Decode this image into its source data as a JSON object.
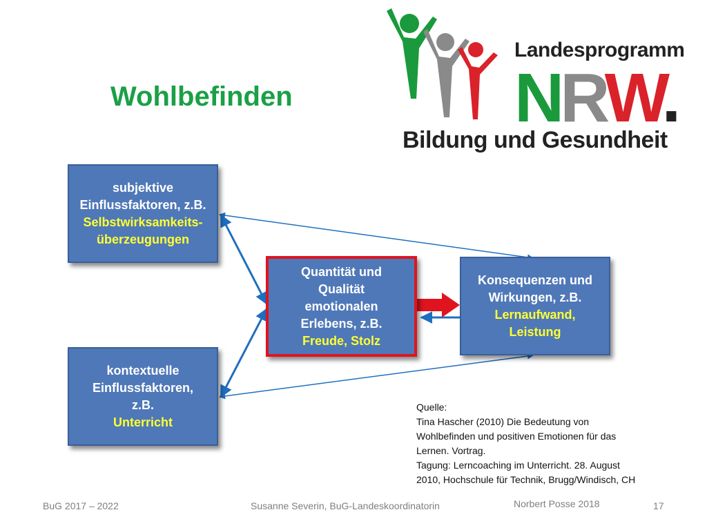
{
  "slide": {
    "title": "Wohlbefinden"
  },
  "logo": {
    "line_top": "Landesprogramm",
    "nrw_n": "N",
    "nrw_r": "R",
    "nrw_w": "W",
    "nrw_dot": ".",
    "line_bottom": "Bildung und Gesundheit",
    "colors": {
      "green": "#1a9a3c",
      "gray": "#8a8a8a",
      "red": "#d9222a"
    }
  },
  "boxes": {
    "subjective": {
      "lines": [
        "subjektive",
        "Einflussfaktoren, z.B."
      ],
      "highlight": [
        "Selbstwirksamkeits-",
        "überzeugungen"
      ]
    },
    "contextual": {
      "lines": [
        "kontextuelle",
        "Einflussfaktoren,",
        "z.B."
      ],
      "highlight": [
        "Unterricht"
      ]
    },
    "center": {
      "lines": [
        "Quantität und",
        "Qualität",
        "emotionalen",
        "Erlebens, z.B."
      ],
      "highlight": [
        "Freude, Stolz"
      ]
    },
    "consequences": {
      "lines": [
        "Konsequenzen und",
        "Wirkungen, z.B."
      ],
      "highlight": [
        "Lernaufwand,",
        "Leistung"
      ]
    }
  },
  "source": {
    "lines": [
      "Quelle:",
      "Tina Hascher (2010) Die Bedeutung von",
      "Wohlbefinden und positiven Emotionen für das",
      "Lernen.  Vortrag.",
      "Tagung: Lerncoaching im Unterricht. 28. August",
      "2010, Hochschule für Technik, Brugg/Windisch, CH"
    ]
  },
  "footer": {
    "left": "BuG 2017 – 2022",
    "center": "Susanne Severin, BuG-Landeskoordinatorin",
    "right_author": "Norbert Posse 2018",
    "page": "17"
  },
  "colors": {
    "title": "#1aa046",
    "box_fill": "#4f78b8",
    "box_highlight_text": "#ffff33",
    "arrow_blue": "#1f6fc0",
    "arrow_red": "#e0141e"
  }
}
